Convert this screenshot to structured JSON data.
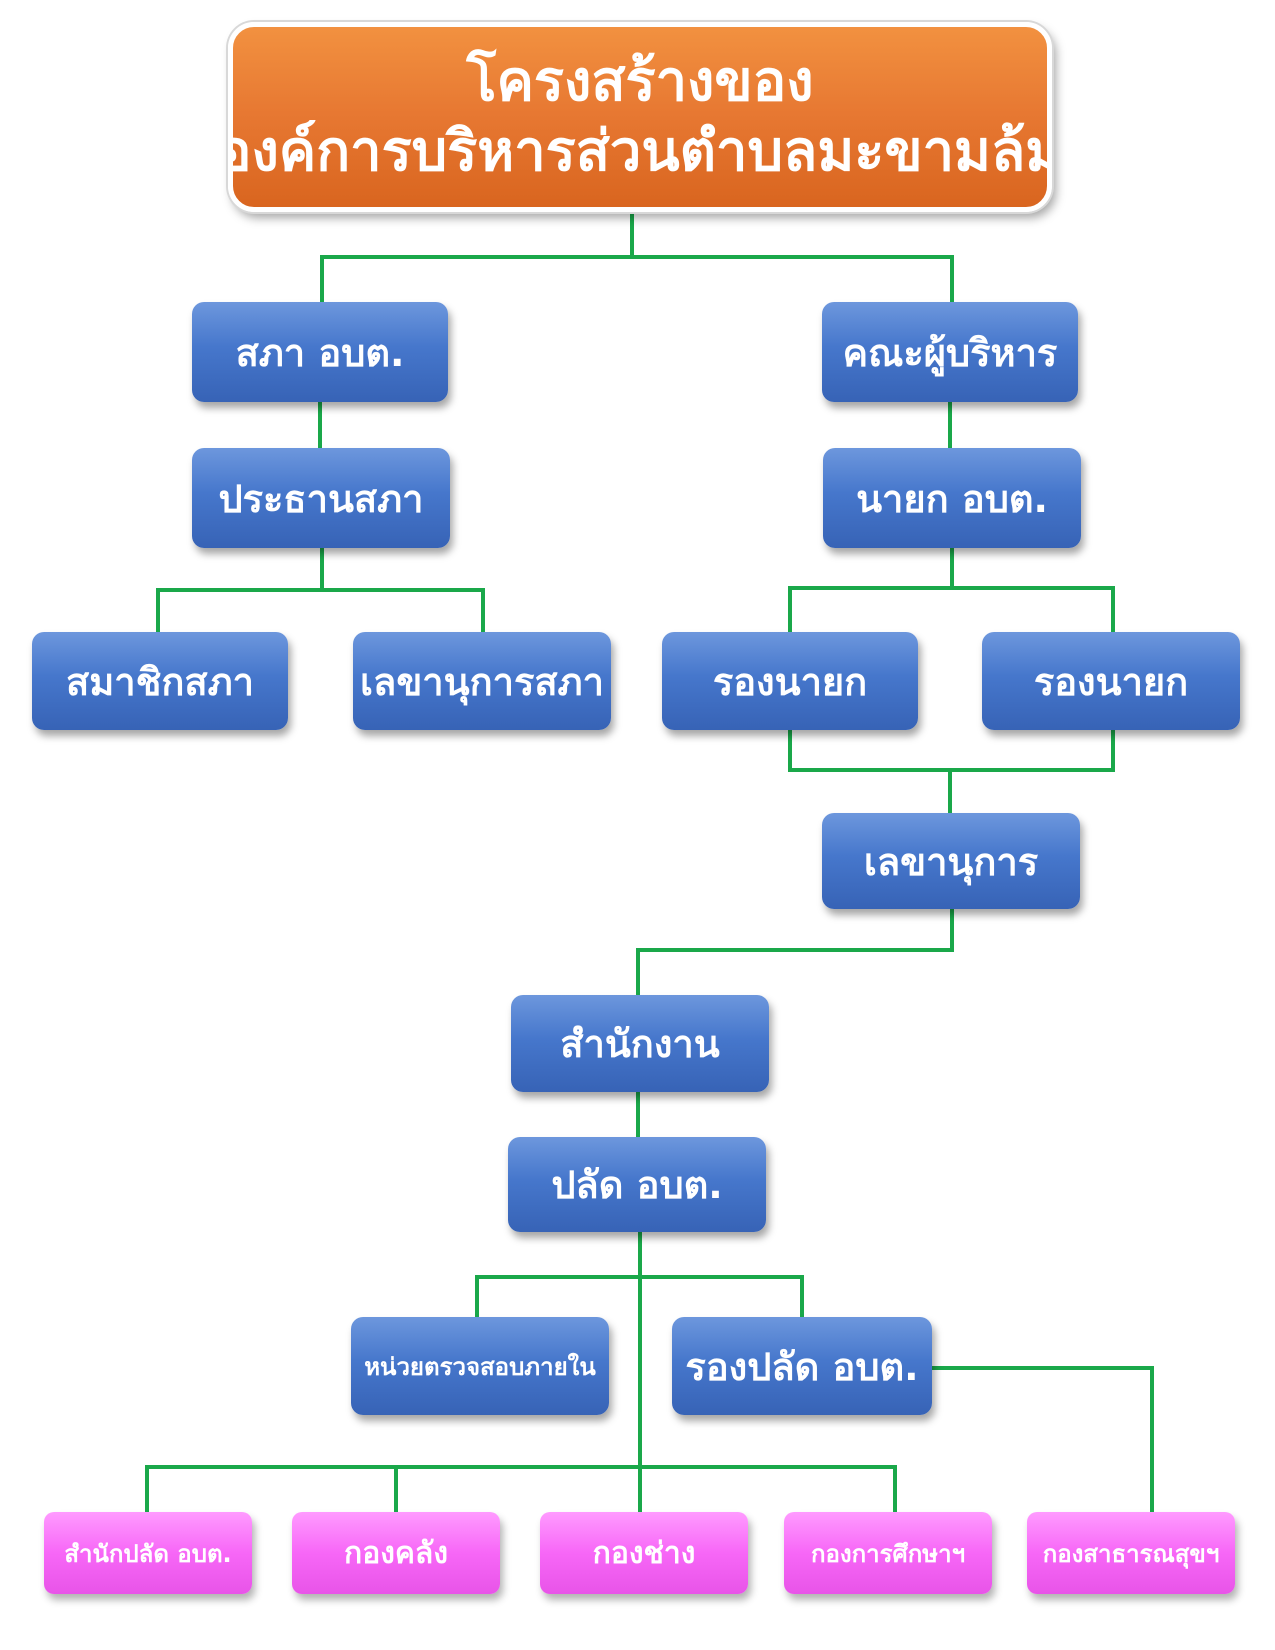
{
  "title": {
    "line1": "โครงสร้างของ",
    "line2": "องค์การบริหารส่วนตำบลมะขามล้ม"
  },
  "nodes": {
    "council": "สภา อบต.",
    "executive_board": "คณะผู้บริหาร",
    "council_president": "ประธานสภา",
    "mayor": "นายก อบต.",
    "council_member": "สมาชิกสภา",
    "council_secretary": "เลขานุการสภา",
    "deputy_mayor_1": "รองนายก",
    "deputy_mayor_2": "รองนายก",
    "secretary": "เลขานุการ",
    "office": "สำนักงาน",
    "chief_admin": "ปลัด อบต.",
    "internal_audit": "หน่วยตรวจสอบภายใน",
    "deputy_chief_admin": "รองปลัด อบต.",
    "dept_chief_office": "สำนักปลัด อบต.",
    "dept_finance": "กองคลัง",
    "dept_engineering": "กองช่าง",
    "dept_education": "กองการศึกษาฯ",
    "dept_public_health": "กองสาธารณสุขฯ"
  },
  "colors": {
    "title_fill": "#e77832",
    "box_blue": "#4677cc",
    "box_pink": "#f767f7",
    "connector": "#1aa84a"
  }
}
